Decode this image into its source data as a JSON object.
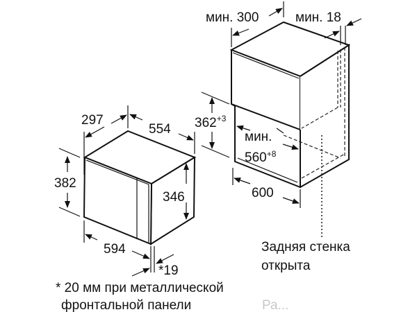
{
  "microwave": {
    "depth": "297",
    "top_width": "554",
    "height": "382",
    "side_height": "346",
    "front_width": "594",
    "panel_thickness": "*19"
  },
  "niche": {
    "min_depth": "мин. 300",
    "min_gap": "мин. 18",
    "height": "362",
    "height_tolerance": "+3",
    "min_width_label": "мин.",
    "min_width": "560",
    "min_width_tolerance": "+8",
    "cabinet_width": "600"
  },
  "notes": {
    "footnote_line1": "* 20 мм при металлической",
    "footnote_line2": "фронтальной панели",
    "rear_wall_line1": "Задняя стенка",
    "rear_wall_line2": "открыта"
  },
  "watermark": "Ра..."
}
